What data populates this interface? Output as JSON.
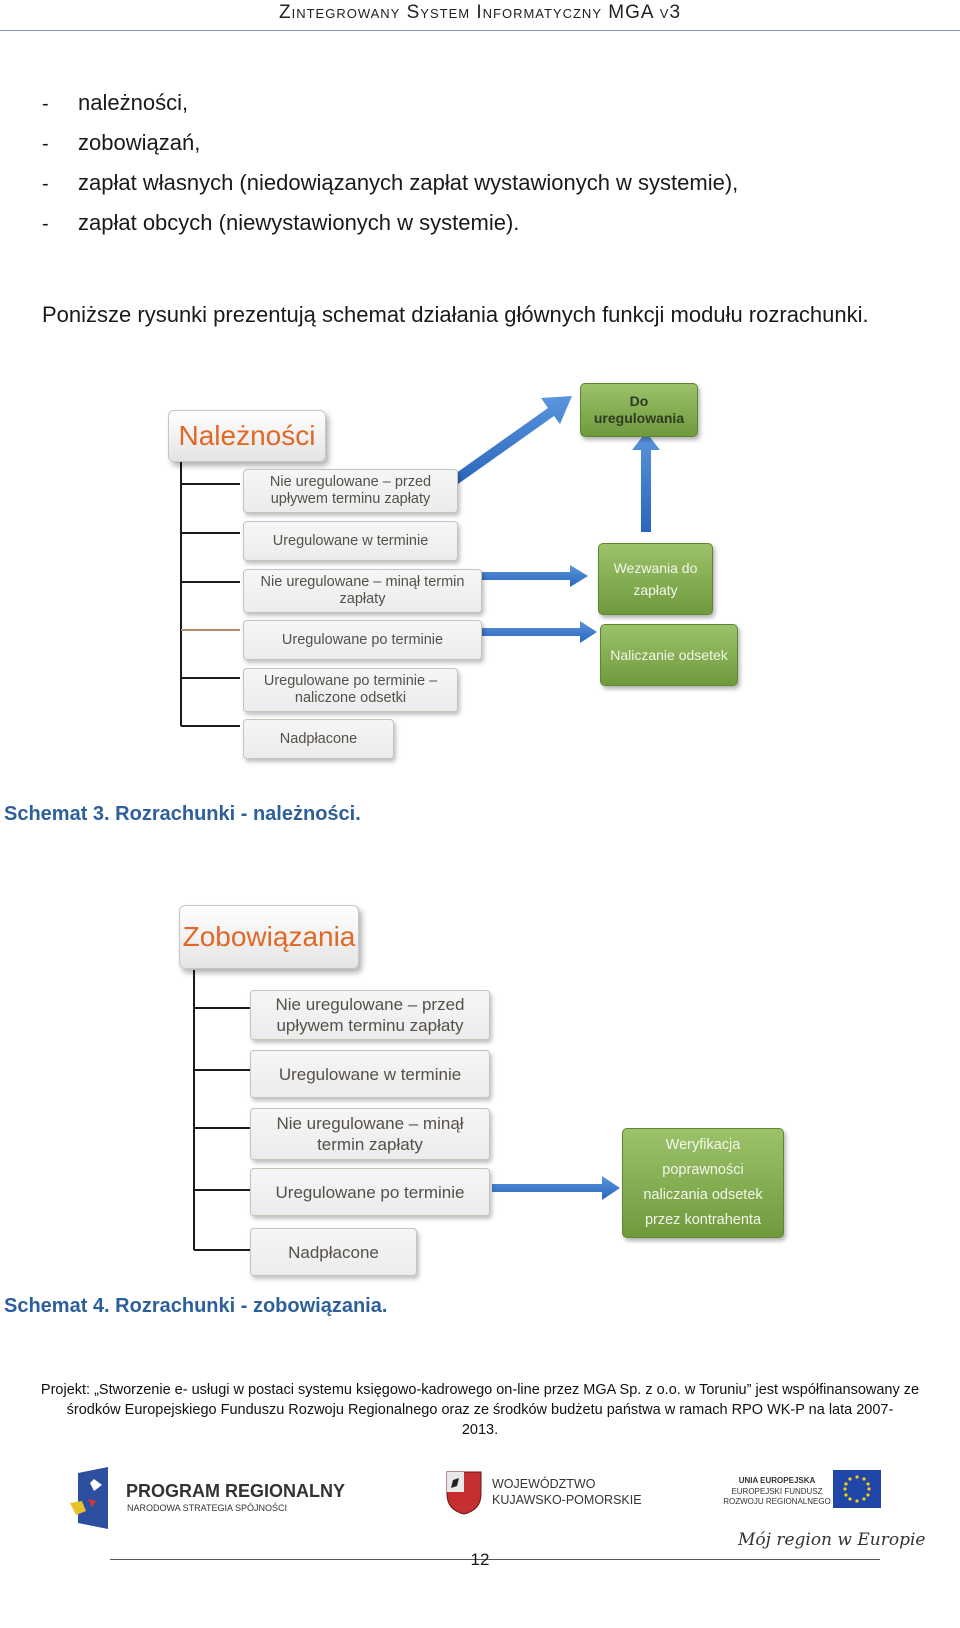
{
  "header": {
    "title": "Zintegrowany System Informatyczny MGA v3"
  },
  "bullets": [
    {
      "dash": "-",
      "text": "należności,"
    },
    {
      "dash": "-",
      "text": "zobowiązań,"
    },
    {
      "dash": "-",
      "text": "zapłat własnych (niedowiązanych zapłat wystawionych w systemie),"
    },
    {
      "dash": "-",
      "text": "zapłat obcych (niewystawionych w systemie)."
    }
  ],
  "intro": "Poniższe rysunki prezentują schemat działania głównych funkcji modułu rozrachunki.",
  "schema3": {
    "title": "Należności",
    "items": [
      "Nie uregulowane – przed upływem terminu zapłaty",
      "Uregulowane w terminie",
      "Nie uregulowane – minął termin zapłaty",
      "Uregulowane po terminie",
      "Uregulowane po terminie – naliczone odsetki",
      "Nadpłacone"
    ],
    "targets": {
      "do_uregulowania": "Do uregulowania",
      "wezwania": "Wezwania do zapłaty",
      "naliczanie": "Naliczanie odsetek"
    },
    "caption": "Schemat 3. Rozrachunki - należności."
  },
  "schema4": {
    "title": "Zobowiązania",
    "items": [
      "Nie uregulowane – przed upływem terminu zapłaty",
      "Uregulowane w terminie",
      "Nie uregulowane – minął termin zapłaty",
      "Uregulowane po terminie",
      "Nadpłacone"
    ],
    "target": "Weryfikacja poprawności naliczania odsetek przez kontrahenta",
    "caption": "Schemat 4. Rozrachunki - zobowiązania."
  },
  "footer": {
    "line1": "Projekt: „Stworzenie e- usługi w postaci systemu księgowo-kadrowego on-line przez MGA Sp. z o.o. w Toruniu” jest współfinansowany ze",
    "line2": "środków Europejskiego Funduszu Rozwoju Regionalnego oraz ze środków budżetu państwa w ramach RPO WK-P na lata 2007-",
    "line3": "2013."
  },
  "logos": {
    "program_title": "PROGRAM REGIONALNY",
    "program_sub": "NARODOWA STRATEGIA SPÓJNOŚCI",
    "woj_line1": "WOJEWÓDZTWO",
    "woj_line2": "KUJAWSKO-POMORSKIE",
    "ue_line1": "UNIA EUROPEJSKA",
    "ue_line2": "EUROPEJSKI FUNDUSZ",
    "ue_line3": "ROZWOJU REGIONALNEGO",
    "slogan": "Mój region w Europie"
  },
  "page_number": "12"
}
